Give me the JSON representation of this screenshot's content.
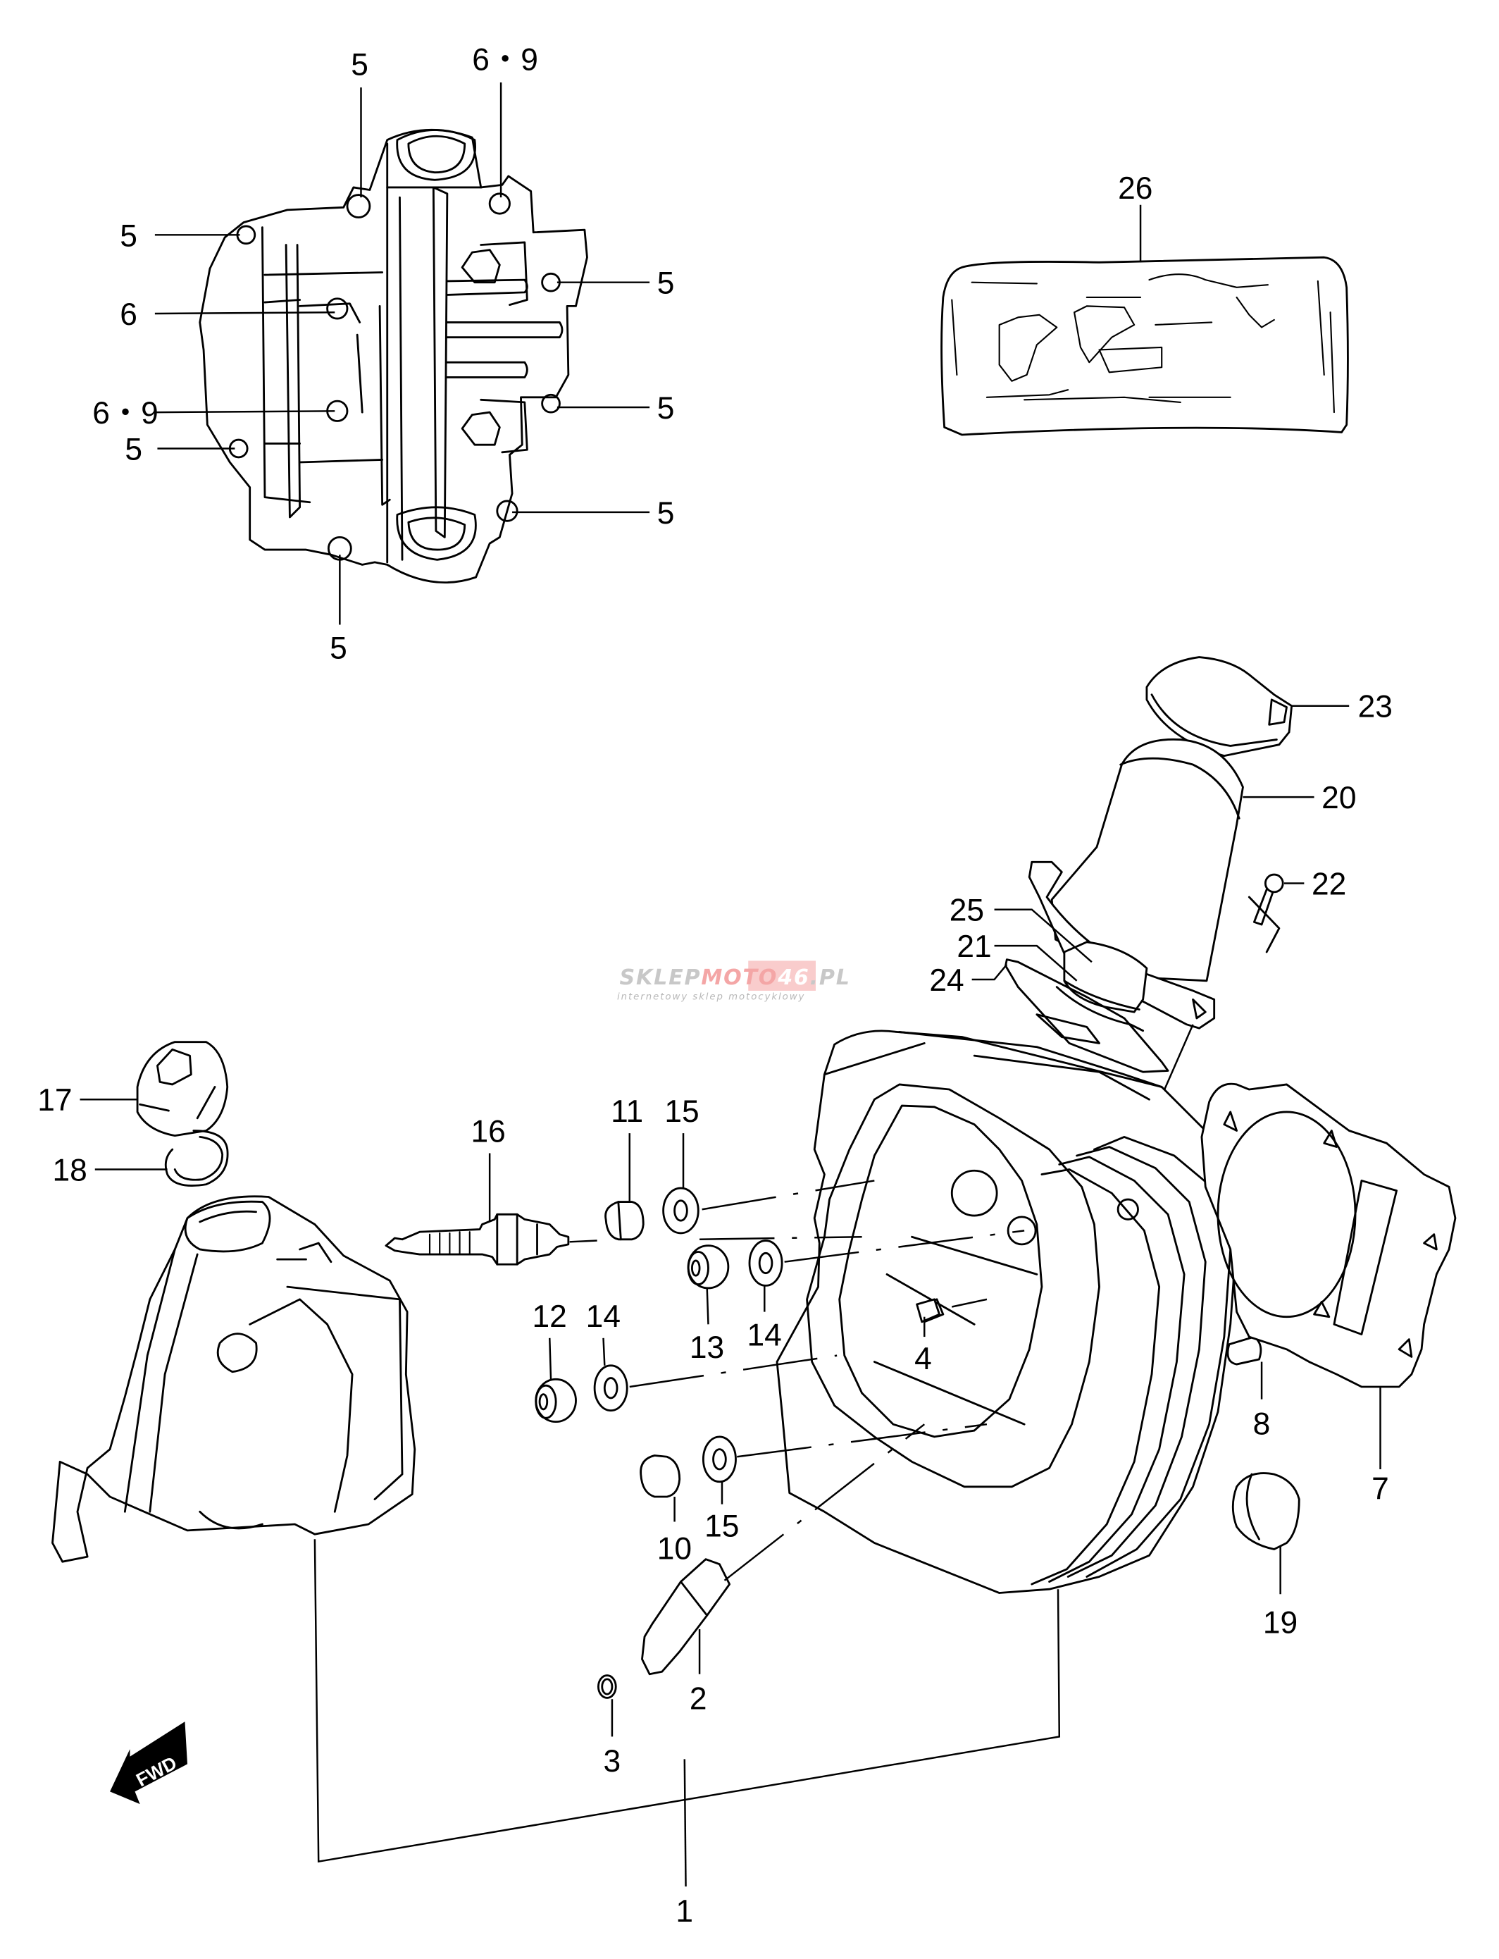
{
  "diagram": {
    "title": "Cylinder head exploded parts diagram",
    "watermark": {
      "brand_part1": "SKLEP",
      "brand_part2": "MOTO",
      "brand_part3": "46",
      "brand_part4": ".PL",
      "tagline": "internetowy sklep motocyklowy",
      "accent_color": "#f4a6a6",
      "gray_color": "#c8c8c8"
    },
    "direction_indicator": "FWD",
    "callouts": {
      "top_view": [
        {
          "id": "c-top-5a",
          "ref": "5"
        },
        {
          "id": "c-top-69a",
          "ref": "6・9"
        },
        {
          "id": "c-top-5b",
          "ref": "5"
        },
        {
          "id": "c-top-6",
          "ref": "6"
        },
        {
          "id": "c-top-69b",
          "ref": "6・9"
        },
        {
          "id": "c-top-5c",
          "ref": "5"
        },
        {
          "id": "c-top-5d",
          "ref": "5"
        },
        {
          "id": "c-top-5e",
          "ref": "5"
        },
        {
          "id": "c-top-5f",
          "ref": "5"
        },
        {
          "id": "c-top-5g",
          "ref": "5"
        }
      ],
      "main": [
        {
          "id": "c-26",
          "ref": "26"
        },
        {
          "id": "c-23",
          "ref": "23"
        },
        {
          "id": "c-20",
          "ref": "20"
        },
        {
          "id": "c-22",
          "ref": "22"
        },
        {
          "id": "c-25",
          "ref": "25"
        },
        {
          "id": "c-21",
          "ref": "21"
        },
        {
          "id": "c-24",
          "ref": "24"
        },
        {
          "id": "c-17",
          "ref": "17"
        },
        {
          "id": "c-18",
          "ref": "18"
        },
        {
          "id": "c-16",
          "ref": "16"
        },
        {
          "id": "c-11",
          "ref": "11"
        },
        {
          "id": "c-15a",
          "ref": "15"
        },
        {
          "id": "c-12",
          "ref": "12"
        },
        {
          "id": "c-14a",
          "ref": "14"
        },
        {
          "id": "c-13",
          "ref": "13"
        },
        {
          "id": "c-14b",
          "ref": "14"
        },
        {
          "id": "c-4",
          "ref": "4"
        },
        {
          "id": "c-10",
          "ref": "10"
        },
        {
          "id": "c-15b",
          "ref": "15"
        },
        {
          "id": "c-8",
          "ref": "8"
        },
        {
          "id": "c-7",
          "ref": "7"
        },
        {
          "id": "c-19",
          "ref": "19"
        },
        {
          "id": "c-2",
          "ref": "2"
        },
        {
          "id": "c-3",
          "ref": "3"
        },
        {
          "id": "c-1",
          "ref": "1"
        }
      ]
    }
  }
}
